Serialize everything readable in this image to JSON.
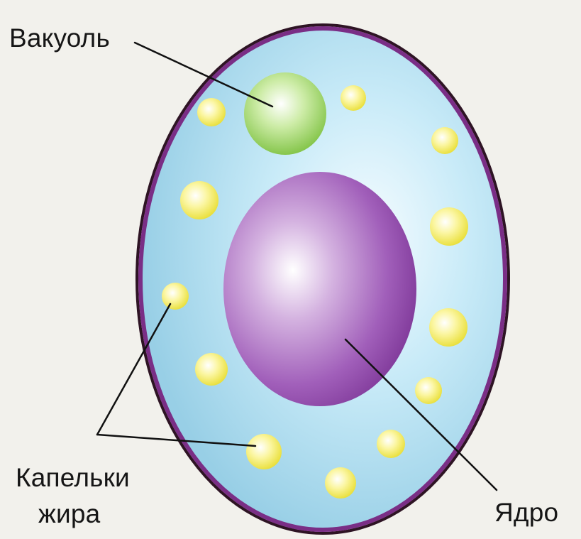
{
  "diagram": {
    "labels": {
      "vacuole": "Вакуоль",
      "fat_droplets_line1": "Капельки",
      "fat_droplets_line2": "жира",
      "nucleus": "Ядро"
    },
    "colors": {
      "background": "#f2f1ec",
      "cytoplasm": "#aedcf0",
      "membrane": "#7a2e86",
      "vacuole": "#9dd46a",
      "nucleus": "#a061b8",
      "fat_droplet": "#f5ee6a",
      "leader_line": "#111111"
    }
  }
}
